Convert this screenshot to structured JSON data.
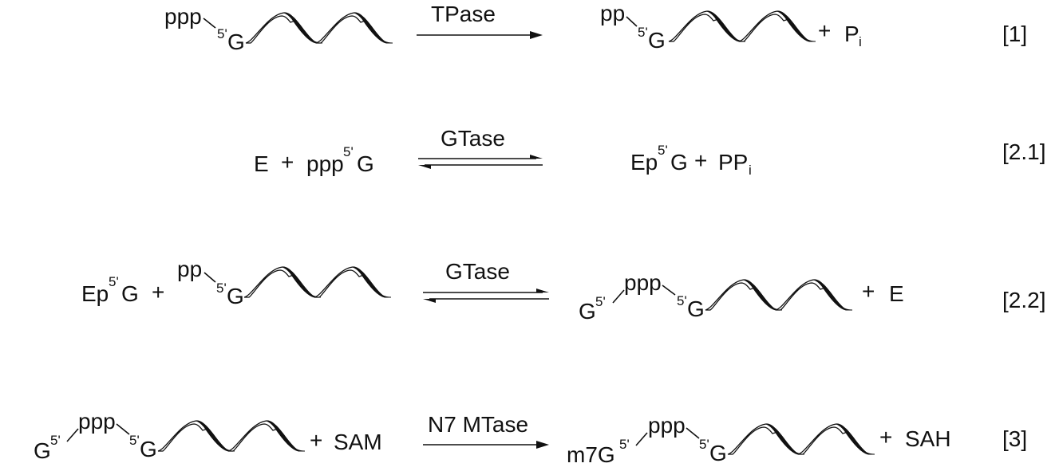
{
  "texts": {
    "r1_ppp": "ppp",
    "r1_5": "5'",
    "r1_G": "G",
    "r1_enzyme": "TPase",
    "r1p_pp": "pp",
    "r1p_5": "5'",
    "r1p_G": "G",
    "r1_plus": "+",
    "r1_P": "P",
    "r1_i": "i",
    "r1_num": "[1]",
    "r21_E": "E",
    "r21_plus1": "+",
    "r21_ppp": "ppp",
    "r21_5": "5'",
    "r21_G": "G",
    "r21_enzyme": "GTase",
    "r21_Ep": "Ep",
    "r21p_5": "5'",
    "r21p_G": "G",
    "r21_plus2": "+",
    "r21_PP": "PP",
    "r21_i": "i",
    "r21_num": "[2.1]",
    "r22_Ep": "Ep",
    "r22_5a": "5'",
    "r22_Ga": "G",
    "r22_plus1": "+",
    "r22_pp": "pp",
    "r22_5b": "5'",
    "r22_Gb": "G",
    "r22_enzyme": "GTase",
    "r22p_G1": "G",
    "r22p_5a": "5'",
    "r22p_ppp": "ppp",
    "r22p_5b": "5'",
    "r22p_G2": "G",
    "r22_plus2": "+",
    "r22_E": "E",
    "r22_num": "[2.2]",
    "r3_G1": "G",
    "r3_5a": "5'",
    "r3_ppp": "ppp",
    "r3_5b": "5'",
    "r3_G2": "G",
    "r3_plus1": "+",
    "r3_SAM": "SAM",
    "r3_enzyme": "N7 MTase",
    "r3p_m7G": "m7G",
    "r3p_5a": "5'",
    "r3p_ppp": "ppp",
    "r3p_5b": "5'",
    "r3p_G": "G",
    "r3_plus2": "+",
    "r3_SAH": "SAH",
    "r3_num": "[3]"
  }
}
